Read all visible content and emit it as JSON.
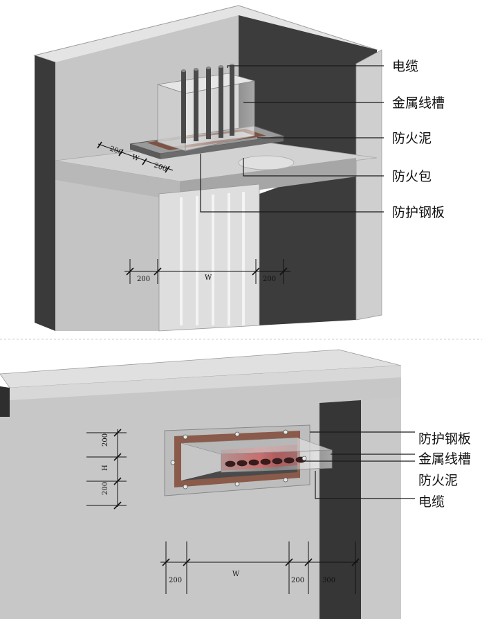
{
  "top_view": {
    "labels": {
      "cable": "电缆",
      "metal_trough": "金属线槽",
      "fire_mud": "防火泥",
      "fire_bag": "防火包",
      "steel_plate": "防护钢板"
    },
    "dims": {
      "left": "200",
      "width": "W",
      "right": "200",
      "plate_a": "200",
      "plate_w": "W",
      "plate_b": "200"
    }
  },
  "bottom_view": {
    "labels": {
      "steel_plate": "防护钢板",
      "metal_trough": "金属线槽",
      "fire_mud": "防火泥",
      "cable": "电缆"
    },
    "dims": {
      "top": "200",
      "height": "H",
      "bottom": "200",
      "left": "200",
      "width": "W",
      "right": "200",
      "wall": "300"
    }
  },
  "colors": {
    "wall_light": "#c9c9c9",
    "wall_dark": "#3a3a3a",
    "fire_mud": "#7a4a3a",
    "fire_mud_inner": "#9b1515",
    "steel_plate": "#b8b8b8"
  }
}
